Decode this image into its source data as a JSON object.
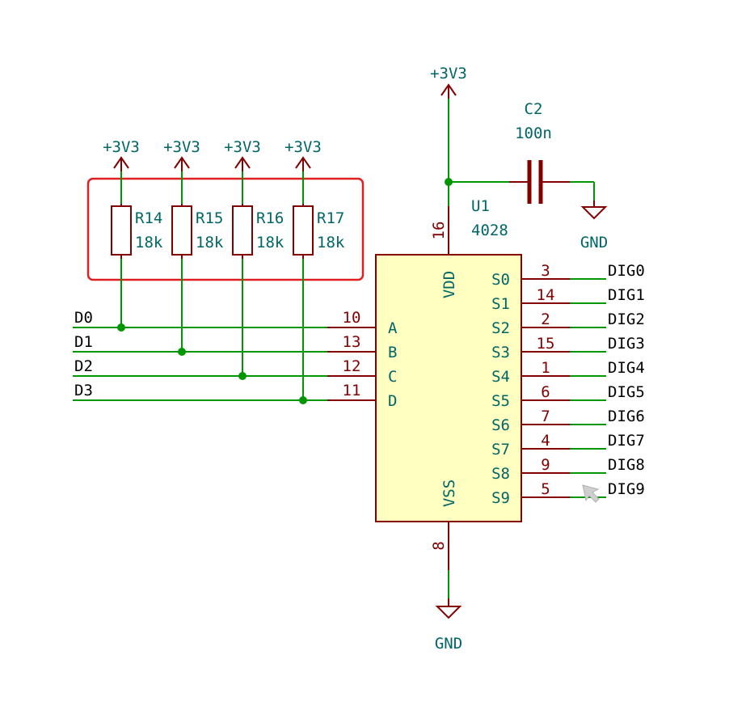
{
  "colors": {
    "wire": "#009600",
    "device": "#840000",
    "body_fill": "#FFFFC2",
    "text_teal": "#006666",
    "highlight": "#E02020"
  },
  "power": {
    "v33_label": "+3V3",
    "gnd_label": "GND"
  },
  "resistors": [
    {
      "ref": "R14",
      "value": "18k",
      "supply": "+3V3"
    },
    {
      "ref": "R15",
      "value": "18k",
      "supply": "+3V3"
    },
    {
      "ref": "R16",
      "value": "18k",
      "supply": "+3V3"
    },
    {
      "ref": "R17",
      "value": "18k",
      "supply": "+3V3"
    }
  ],
  "inputs": [
    {
      "net": "D0",
      "pin": "10",
      "name": "A"
    },
    {
      "net": "D1",
      "pin": "13",
      "name": "B"
    },
    {
      "net": "D2",
      "pin": "12",
      "name": "C"
    },
    {
      "net": "D3",
      "pin": "11",
      "name": "D"
    }
  ],
  "capacitor": {
    "ref": "C2",
    "value": "100n"
  },
  "ic": {
    "ref": "U1",
    "value": "4028",
    "vdd": {
      "name": "VDD",
      "pin": "16"
    },
    "vss": {
      "name": "VSS",
      "pin": "8"
    }
  },
  "outputs": [
    {
      "name": "S0",
      "pin": "3",
      "net": "DIG0"
    },
    {
      "name": "S1",
      "pin": "14",
      "net": "DIG1"
    },
    {
      "name": "S2",
      "pin": "2",
      "net": "DIG2"
    },
    {
      "name": "S3",
      "pin": "15",
      "net": "DIG3"
    },
    {
      "name": "S4",
      "pin": "1",
      "net": "DIG4"
    },
    {
      "name": "S5",
      "pin": "6",
      "net": "DIG5"
    },
    {
      "name": "S6",
      "pin": "7",
      "net": "DIG6"
    },
    {
      "name": "S7",
      "pin": "4",
      "net": "DIG7"
    },
    {
      "name": "S8",
      "pin": "9",
      "net": "DIG8"
    },
    {
      "name": "S9",
      "pin": "5",
      "net": "DIG9"
    }
  ]
}
